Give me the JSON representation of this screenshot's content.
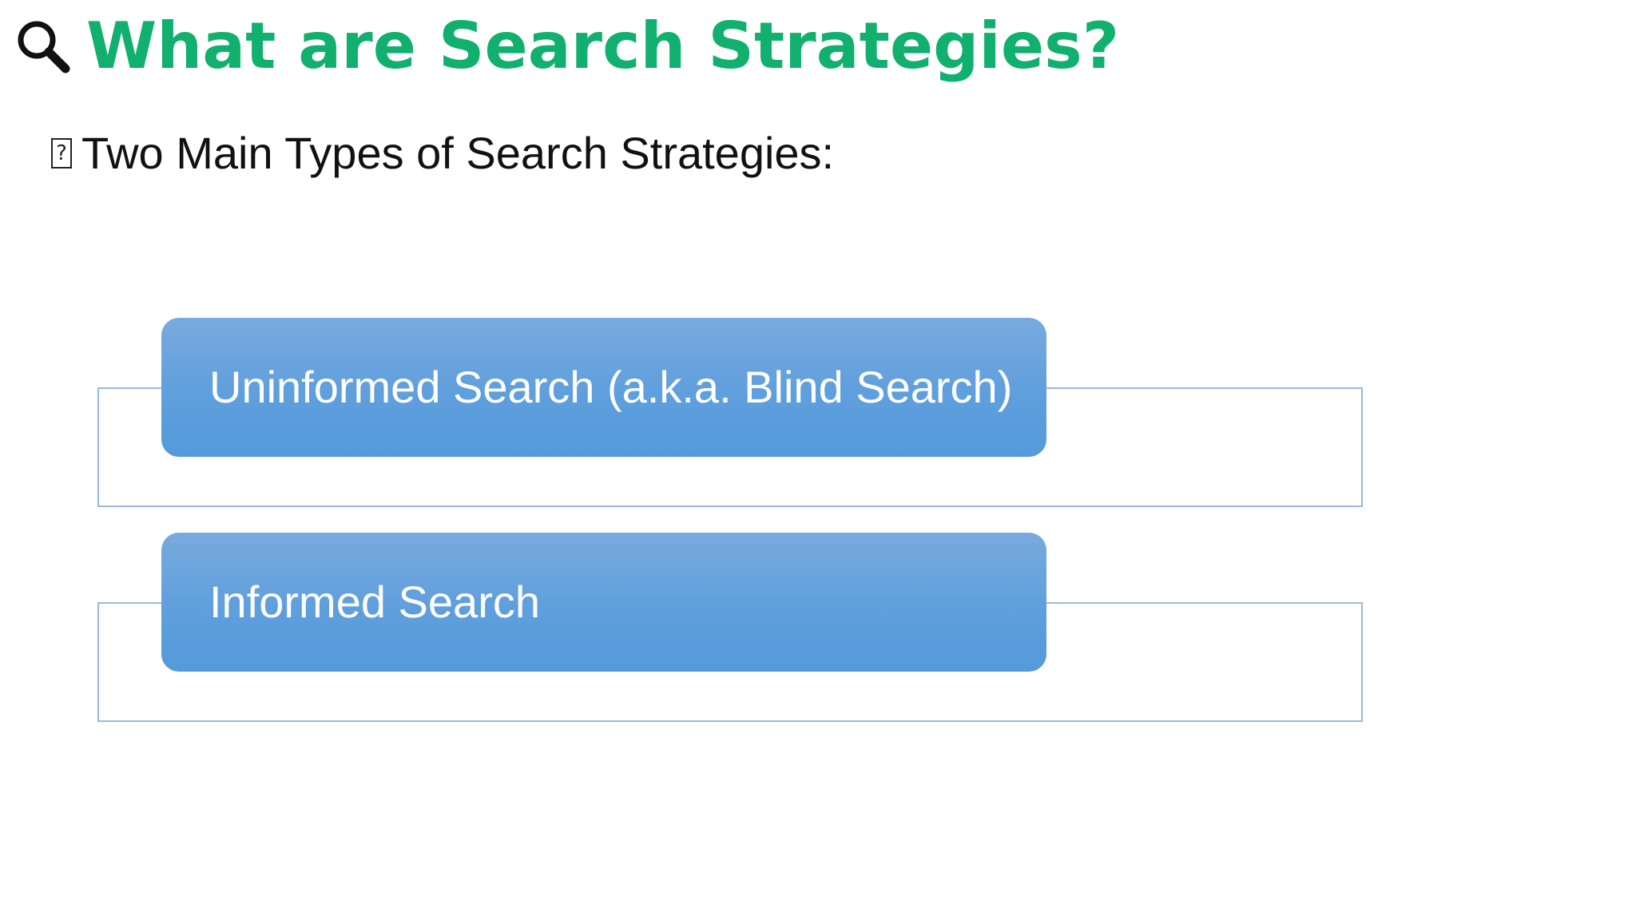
{
  "slide": {
    "title": "What are Search Strategies?",
    "title_icon": "magnifying-glass-icon",
    "title_color": "#12b06e",
    "subtitle_glyph": "?",
    "subtitle": "Two Main Types of Search Strategies:",
    "items": [
      {
        "label": "Uninformed Search (a.k.a. Blind Search)"
      },
      {
        "label": "Informed Search"
      }
    ],
    "pill_color": "#5f9fdd",
    "outline_color": "#9ab9dc"
  }
}
